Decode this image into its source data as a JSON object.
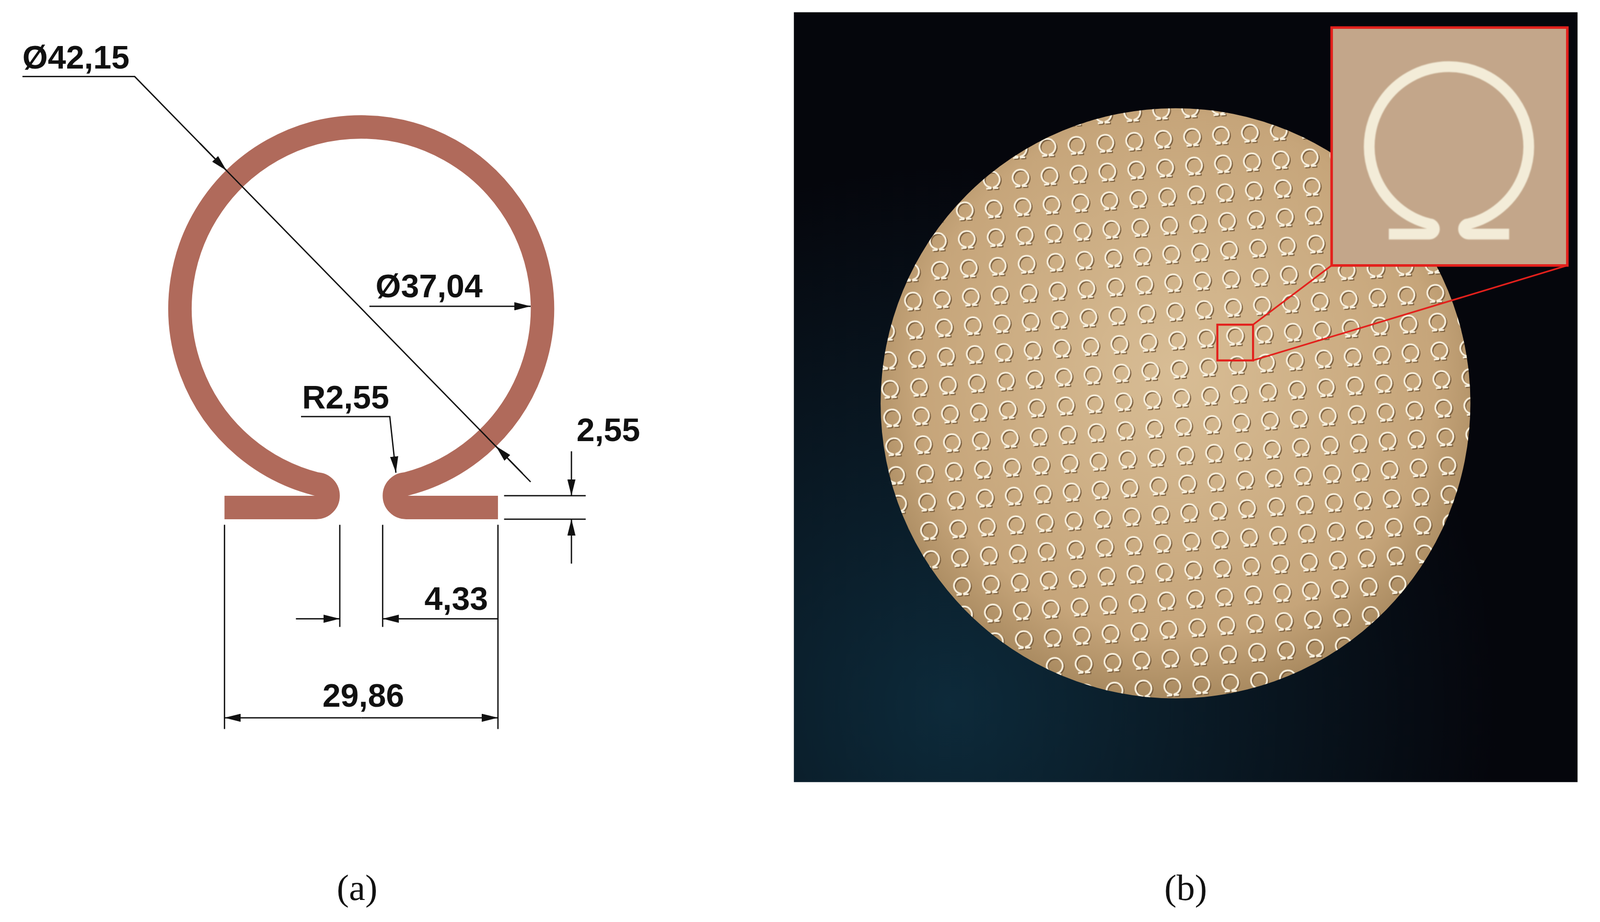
{
  "diagram": {
    "labels": [
      "Ø42,15",
      "Ø37,04",
      "R2,55",
      "2,55",
      "4,33",
      "29,86",
      "(a)",
      "(b)"
    ]
  }
}
